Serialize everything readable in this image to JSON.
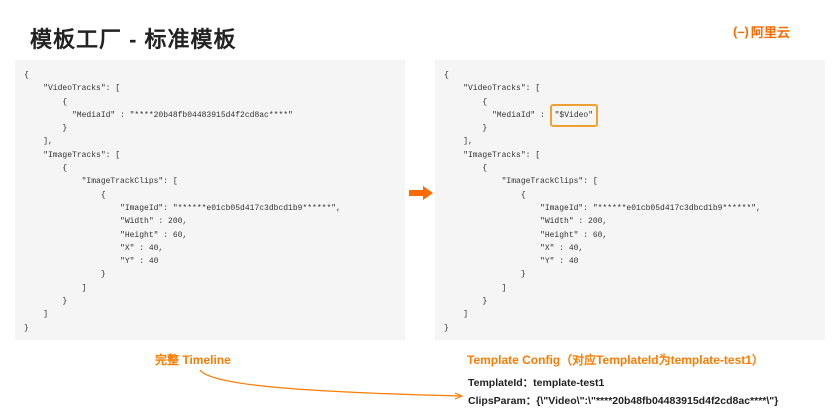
{
  "title": "模板工厂 - 标准模板",
  "logo": {
    "mark": "(–)",
    "text": "阿里云"
  },
  "left_code": [
    "{",
    "    \"VideoTracks\": [",
    "        {",
    "          \"MediaId\" : \"****20b48fb04483915d4f2cd8ac****\"",
    "        }",
    "    ],",
    "    \"ImageTracks\": [",
    "        {",
    "            \"ImageTrackClips\": [",
    "                {",
    "                    \"ImageId\": \"******e01cb05d417c3dbcd1b9******\",",
    "                    \"Width\" : 200,",
    "                    \"Height\" : 60,",
    "                    \"X\" : 40,",
    "                    \"Y\" : 40",
    "                }",
    "            ]",
    "        }",
    "    ]",
    "}"
  ],
  "right_code": {
    "before": [
      "{",
      "    \"VideoTracks\": [",
      "        {"
    ],
    "media_prefix": "          \"MediaId\" : ",
    "media_value": "\"$Video\"",
    "after": [
      "        }",
      "    ],",
      "    \"ImageTracks\": [",
      "        {",
      "            \"ImageTrackClips\": [",
      "                {",
      "                    \"ImageId\": \"******e01cb05d417c3dbcd1b9******\",",
      "                    \"Width\" : 200,",
      "                    \"Height\" : 60,",
      "                    \"X\" : 40,",
      "                    \"Y\" : 40",
      "                }",
      "            ]",
      "        }",
      "    ]",
      "}"
    ]
  },
  "captions": {
    "left": "完整 Timeline",
    "right": "Template Config（对应TemplateId为template-test1）"
  },
  "info": {
    "template_id": "TemplateId：template-test1",
    "clips_param": "ClipsParam：{\\\"Video\\\":\\\"****20b48fb04483915d4f2cd8ac****\\\"}"
  },
  "colors": {
    "accent": "#ff6a00"
  }
}
